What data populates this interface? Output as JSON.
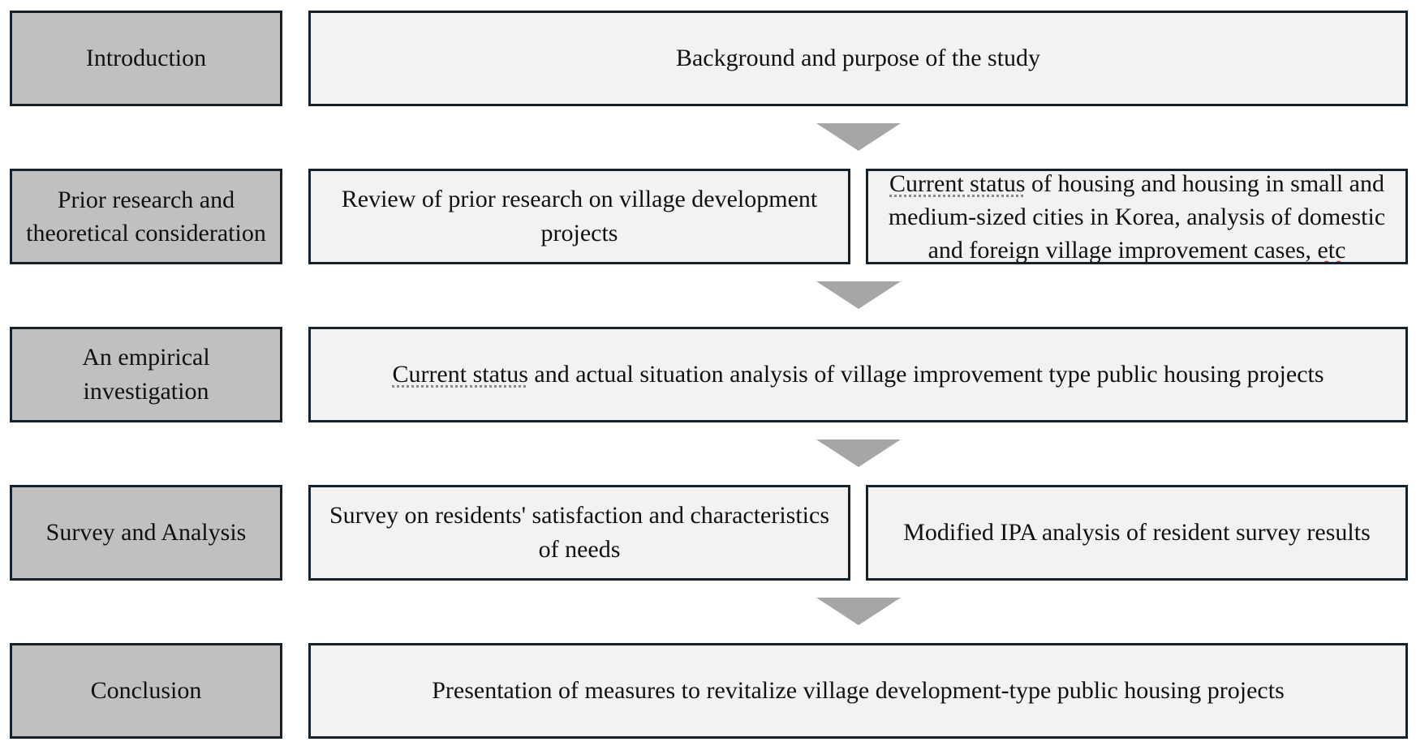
{
  "stages": [
    {
      "label": "Introduction",
      "items": [
        "Background and purpose of the study"
      ]
    },
    {
      "label": "Prior research and theoretical consideration",
      "items": [
        "Review of prior research on village development projects",
        {
          "underlined": "Current status",
          "rest": " of housing and housing in small and medium-sized cities in Korea, analysis of domestic and foreign village improvement cases, ",
          "tail": "etc"
        }
      ]
    },
    {
      "label": "An empirical investigation",
      "items": [
        {
          "underlined": "Current status",
          "rest": " and actual situation analysis of village improvement type public housing projects"
        }
      ]
    },
    {
      "label": "Survey and Analysis",
      "items": [
        "Survey on residents' satisfaction and characteristics of needs",
        "Modified IPA analysis of resident survey results"
      ]
    },
    {
      "label": "Conclusion",
      "items": [
        "Presentation of measures to revitalize village development-type public housing projects"
      ]
    }
  ],
  "colors": {
    "label_fill": "#c0c0c0",
    "content_fill": "#f2f2f2",
    "border": "#14232b",
    "arrow": "#a6a6a6"
  }
}
